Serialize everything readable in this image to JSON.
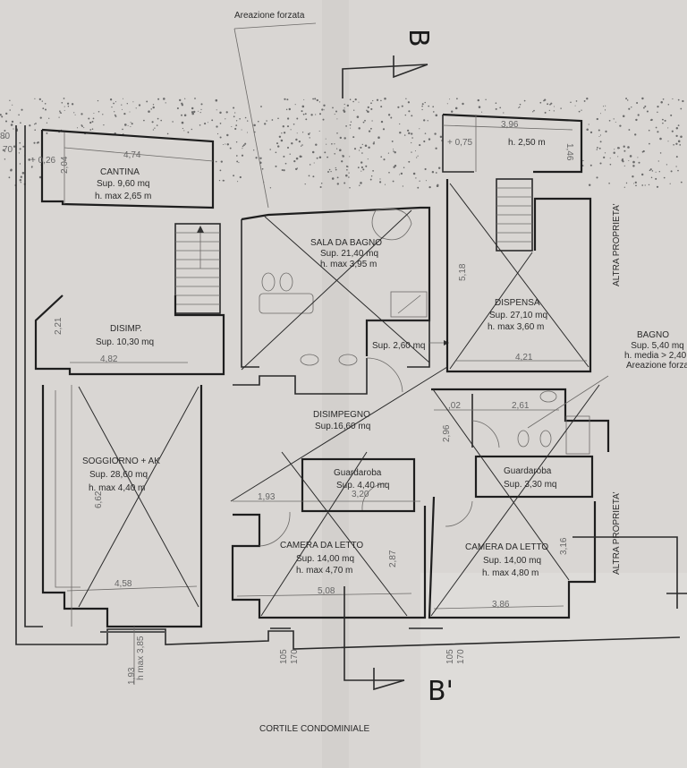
{
  "plan": {
    "paper_color": "#d9d6d3",
    "ink_color": "#2a2a2a",
    "section_markers": {
      "top": "B",
      "bottom": "B'"
    },
    "annotations": {
      "forced_ventilation": "Areazione forzata",
      "courtyard": "CORTILE CONDOMINIALE",
      "other_property_1": "ALTRA PROPRIETA'",
      "other_property_2": "ALTRA PROPRIETA'"
    },
    "rooms": [
      {
        "id": "cantina",
        "name": "CANTINA",
        "area": "Sup. 9,60 mq",
        "height": "h. max 2,65 m"
      },
      {
        "id": "sala-da-bagno",
        "name": "SALA DA BAGNO",
        "area": "Sup. 21,40 mq",
        "height": "h. max 3,95 m"
      },
      {
        "id": "dispensa",
        "name": "DISPENSA",
        "area": "Sup. 27,10 mq",
        "height": "h. max 3,60 m"
      },
      {
        "id": "mezzanine",
        "name": "",
        "area": "",
        "height": "h. 2,50 m"
      },
      {
        "id": "disimp",
        "name": "DISIMP.",
        "area": "Sup. 10,30 mq",
        "height": ""
      },
      {
        "id": "small-room",
        "name": "",
        "area": "Sup. 2,60 mq",
        "height": ""
      },
      {
        "id": "disimpegno",
        "name": "DISIMPEGNO",
        "area": "Sup.16,60 mq",
        "height": ""
      },
      {
        "id": "bagno",
        "name": "BAGNO",
        "area": "Sup. 5,40 mq",
        "height": "h. media > 2,40",
        "note": "Areazione forzata"
      },
      {
        "id": "soggiorno",
        "name": "SOGGIORNO + AK",
        "area": "Sup. 28,60 mq",
        "height": "h. max 4,40 m"
      },
      {
        "id": "guardaroba-1",
        "name": "Guardaroba",
        "area": "Sup. 4,40 mq",
        "height": ""
      },
      {
        "id": "guardaroba-2",
        "name": "Guardaroba",
        "area": "Sup. 3,30 mq",
        "height": ""
      },
      {
        "id": "camera-1",
        "name": "CAMERA DA LETTO",
        "area": "Sup. 14,00 mq",
        "height": "h. max 4,70 m"
      },
      {
        "id": "camera-2",
        "name": "CAMERA DA LETTO",
        "area": "Sup. 14,00 mq",
        "height": "h. max 4,80 m"
      }
    ],
    "dimensions": {
      "cantina_w": "4,74",
      "cantina_h": "2,04",
      "step": "+ 0,26",
      "left_80": "80",
      "left_70": "70",
      "mezz_w": "3,96",
      "mezz_h": "1,46",
      "mezz_step": "+ 0,75",
      "dispensa_h": "5,18",
      "dispensa_w": "4,21",
      "disimp_h": "2,21",
      "disimp_w": "4,82",
      "bagno_w": "2,61",
      "bagno_left": ",02",
      "bagno_h": "2,96",
      "soggiorno_h": "6,62",
      "soggiorno_w": "4,58",
      "corr_w": "1,93",
      "guard1_w": "3,20",
      "camera1_h": "2,87",
      "camera1_w": "5,08",
      "camera2_h": "3,16",
      "camera2_w": "3,86",
      "win1_a": "1,93",
      "win1_b": "h max 3,85",
      "win2_a": "105",
      "win2_b": "170",
      "win3_a": "105",
      "win3_b": "170"
    }
  }
}
